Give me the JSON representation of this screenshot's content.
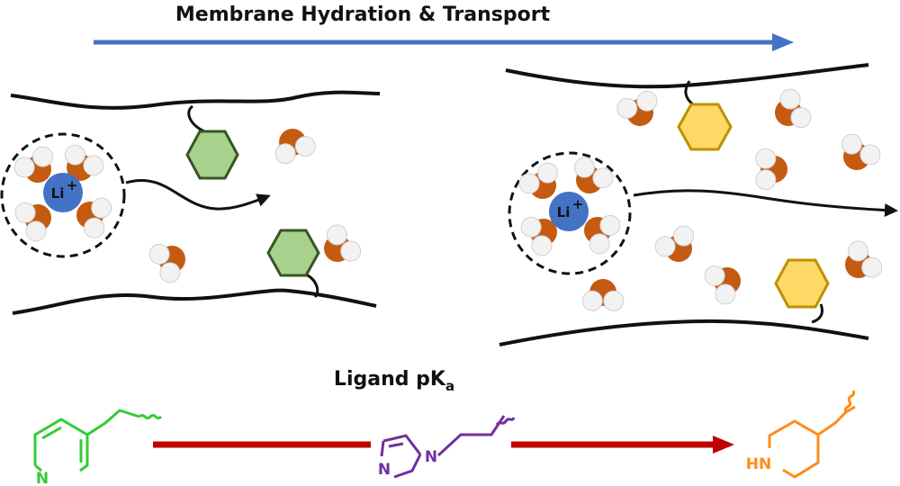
{
  "diagram": {
    "top_title": "Membrane Hydration & Transport",
    "bottom_title": "Ligand pK",
    "bottom_title_subscript": "a",
    "ion_label": "Li",
    "ion_charge": "+",
    "ligand_labels": {
      "pyridine": "N",
      "imidazole_n1": "N",
      "imidazole_n3": "N",
      "piperidine": "HN"
    },
    "colors": {
      "arrow_top": "#4472c4",
      "arrow_bottom": "#c00000",
      "water_oxygen": "#c55a11",
      "water_hydrogen": "#f2f2f2",
      "ion": "#4472c4",
      "hexagon_left_fill": "#a9d18e",
      "hexagon_left_stroke": "#375623",
      "hexagon_right_fill": "#ffd966",
      "hexagon_right_stroke": "#bf9000",
      "ligand_pyridine": "#33cc33",
      "ligand_imidazole": "#7030a0",
      "ligand_piperidine": "#ff8c1a"
    }
  }
}
